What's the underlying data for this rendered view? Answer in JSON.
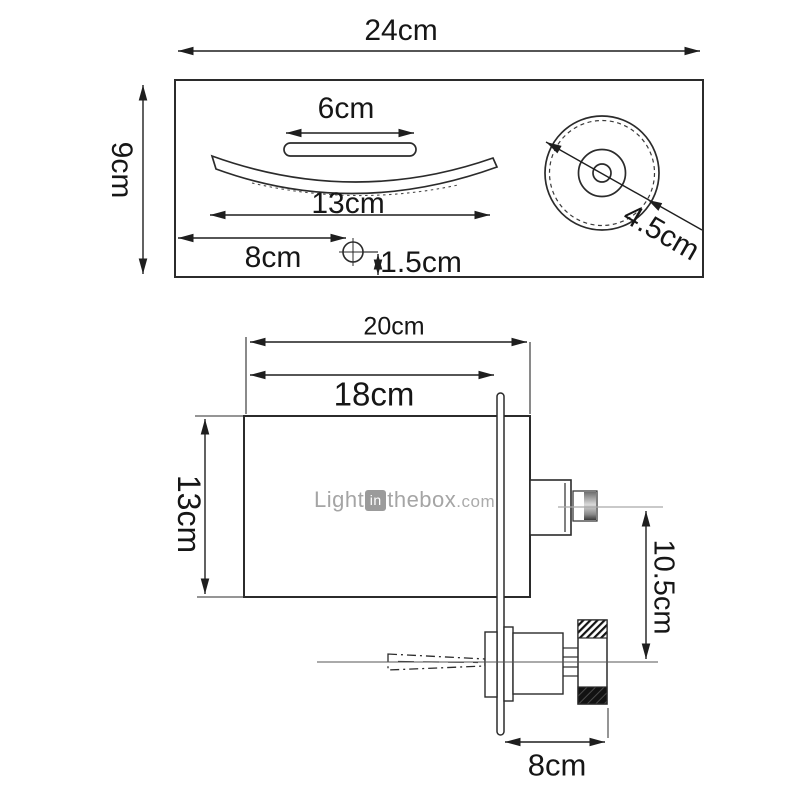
{
  "watermark": {
    "word1": "Light",
    "badge": "in",
    "word2": "thebox",
    "word3": ".com"
  },
  "top_view": {
    "overall_width": "24cm",
    "overall_depth": "9cm",
    "slot_length": "6cm",
    "spout_length": "13cm",
    "hole_offset": "8cm",
    "hole_inset": "1.5cm",
    "handle_diameter": "4.5cm"
  },
  "side_view": {
    "plate_width": "20cm",
    "body_width": "18cm",
    "body_height": "13cm",
    "spout_drop": "10.5cm",
    "valve_depth": "8cm"
  },
  "colors": {
    "line": "#2b2b2b",
    "dimension": "#1e1e1e",
    "centerline": "#8a8a8a",
    "watermark": "#a5a5a5",
    "watermark_badge": "#9b9b9b",
    "background": "#ffffff"
  }
}
